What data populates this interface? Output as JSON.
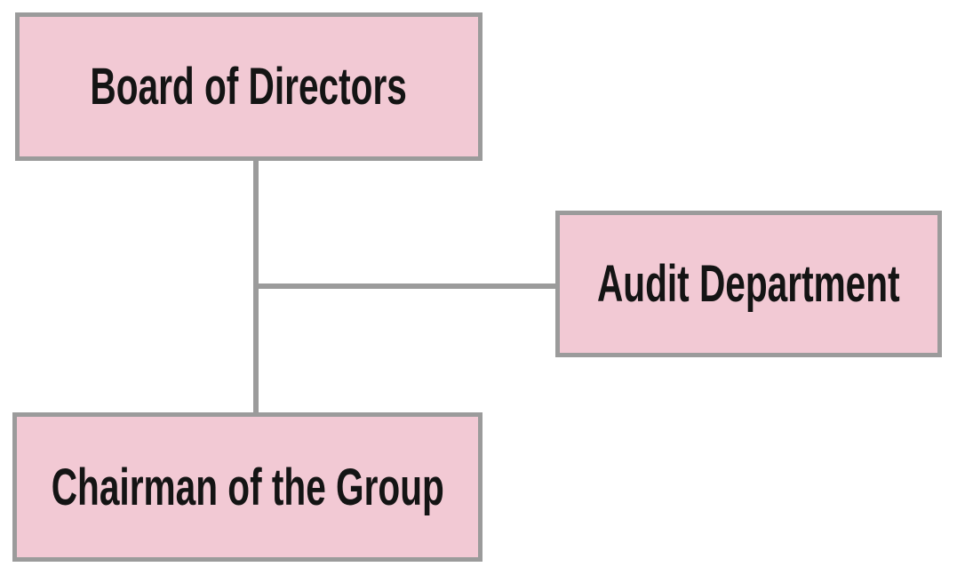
{
  "diagram": {
    "type": "org-chart",
    "nodes": [
      {
        "id": "board",
        "label": "Board of Directors"
      },
      {
        "id": "audit",
        "label": "Audit Department"
      },
      {
        "id": "chairman",
        "label": "Chairman of the Group"
      }
    ],
    "edges": [
      {
        "from": "board",
        "to": "chairman",
        "orientation": "vertical"
      },
      {
        "from": "board-chairman",
        "to": "audit",
        "orientation": "horizontal"
      }
    ],
    "colors": {
      "box_fill": "#f2c9d4",
      "border_and_lines": "#9b9b9b",
      "text": "#141414",
      "background": "#ffffff"
    }
  }
}
